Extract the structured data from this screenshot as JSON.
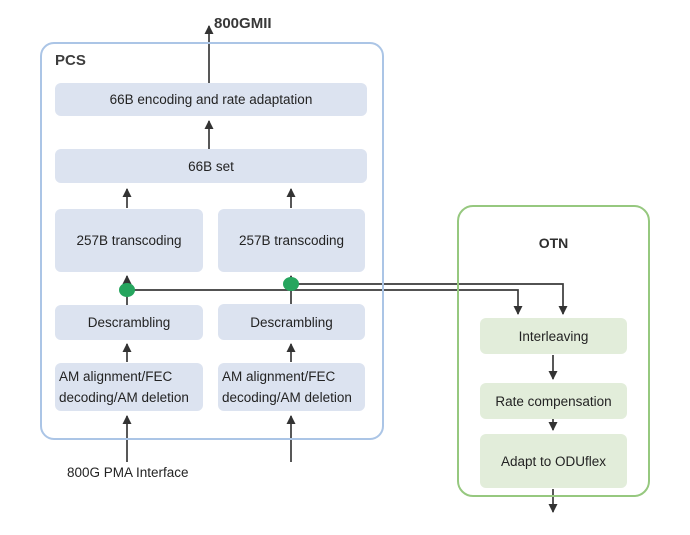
{
  "diagram": {
    "top_interface_label": "800GMII",
    "bottom_interface_label": "800G PMA Interface",
    "pcs": {
      "title": "PCS",
      "encoding_box": "66B encoding and rate adaptation",
      "set_box": "66B set",
      "transcoding_left_box": "257B transcoding",
      "transcoding_right_box": "257B transcoding",
      "descrambling_left_box": "Descrambling",
      "descrambling_right_box": "Descrambling",
      "am_left_box": {
        "line1": "AM alignment/FEC",
        "line2": "decoding/AM deletion"
      },
      "am_right_box": {
        "line1": "AM alignment/FEC",
        "line2": "decoding/AM deletion"
      }
    },
    "otn": {
      "title": "OTN",
      "interleaving_box": "Interleaving",
      "rate_compensation_box": "Rate compensation",
      "adapt_box": "Adapt to ODUflex"
    },
    "colors": {
      "pcs_border": "#abc5e6",
      "pcs_box_fill": "#dce3f0",
      "otn_border": "#96c87f",
      "otn_box_fill": "#e2edda",
      "connector_line": "#3a3a3a",
      "branch_dot": "#26a55e"
    }
  }
}
